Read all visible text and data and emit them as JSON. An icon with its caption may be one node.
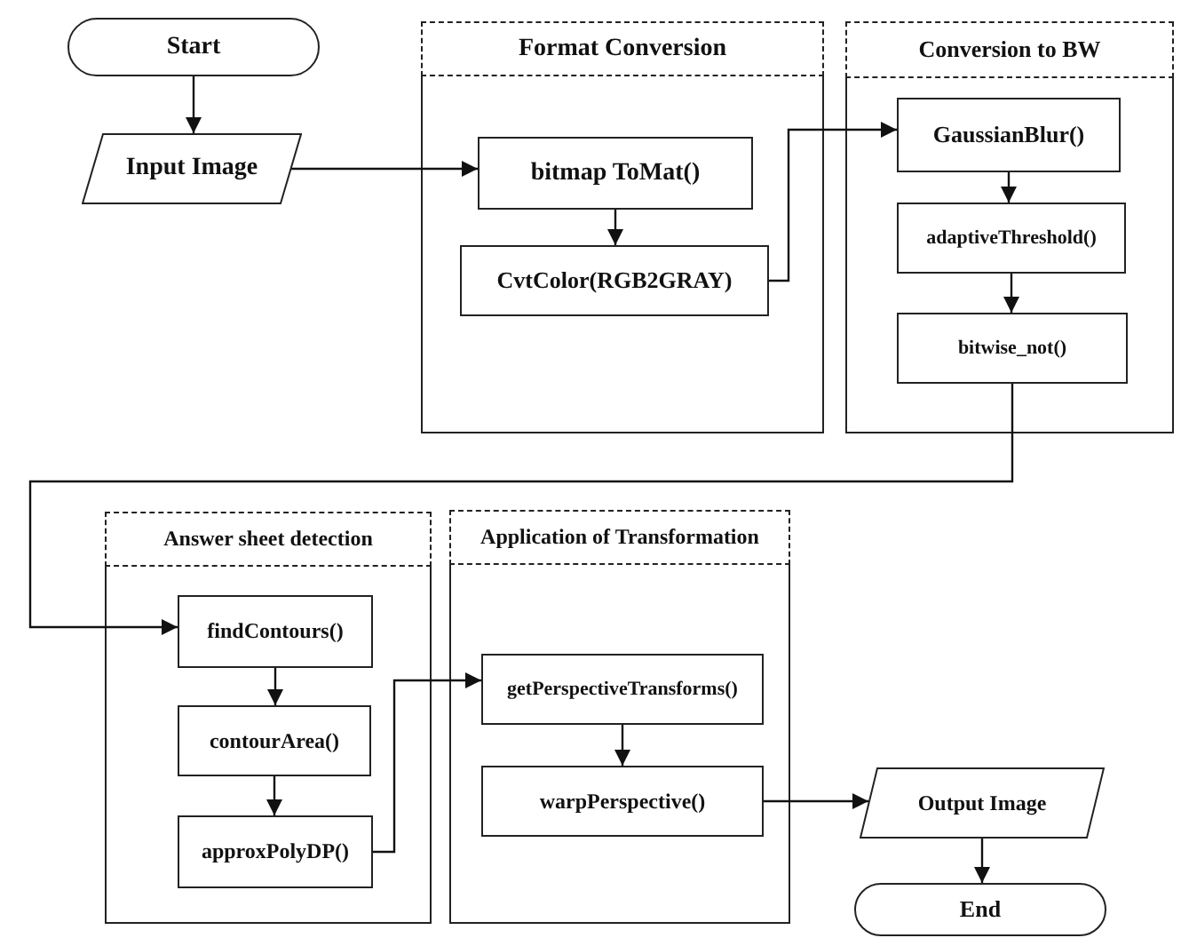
{
  "diagram": {
    "nodes": [
      {
        "text": [
          "Start"
        ]
      },
      {
        "text": [
          "Input Image"
        ]
      },
      {
        "text": [
          "Format Conversion"
        ]
      },
      {
        "text": [
          "bitmap ToMat()"
        ],
        "in": 2
      },
      {
        "text": [
          "CvtColor(RGB2GRAY)"
        ],
        "in": 2
      },
      {
        "text": [
          "Conversion to BW"
        ]
      },
      {
        "text": [
          "GaussianBlur()"
        ],
        "in": 5
      },
      {
        "text": [
          "adaptiveThreshold()"
        ],
        "in": 5
      },
      {
        "text": [
          "bitwise_not()"
        ],
        "in": 5
      },
      {
        "text": [
          "Answer sheet detection"
        ]
      },
      {
        "text": [
          "findContours()"
        ],
        "in": 9
      },
      {
        "text": [
          "contourArea()"
        ],
        "in": 9
      },
      {
        "text": [
          "approxPolyDP()"
        ],
        "in": 9
      },
      {
        "text": [
          "Application of Transformation"
        ]
      },
      {
        "text": [
          "getPerspectiveTransforms()"
        ],
        "in": 13
      },
      {
        "text": [
          "warpPerspective()"
        ],
        "in": 13
      },
      {
        "text": [
          "Output Image"
        ]
      },
      {
        "text": [
          "End"
        ]
      }
    ],
    "edges": [
      {
        "from": 0,
        "to": 1,
        "arrow": "to"
      },
      {
        "from": 1,
        "to": 3,
        "arrow": "to"
      },
      {
        "from": 3,
        "to": 4,
        "arrow": "to"
      },
      {
        "from": 4,
        "to": 6,
        "arrow": "to"
      },
      {
        "from": 6,
        "to": 7,
        "arrow": "to"
      },
      {
        "from": 7,
        "to": 8,
        "arrow": "to"
      },
      {
        "from": 8,
        "to": 10,
        "arrow": "to"
      },
      {
        "from": 10,
        "to": 11,
        "arrow": "to"
      },
      {
        "from": 11,
        "to": 12,
        "arrow": "to"
      },
      {
        "from": 12,
        "to": 14,
        "arrow": "to"
      },
      {
        "from": 14,
        "to": 15,
        "arrow": "to"
      },
      {
        "from": 15,
        "to": 16,
        "arrow": "to"
      },
      {
        "from": 16,
        "to": 17,
        "arrow": "to"
      }
    ]
  }
}
